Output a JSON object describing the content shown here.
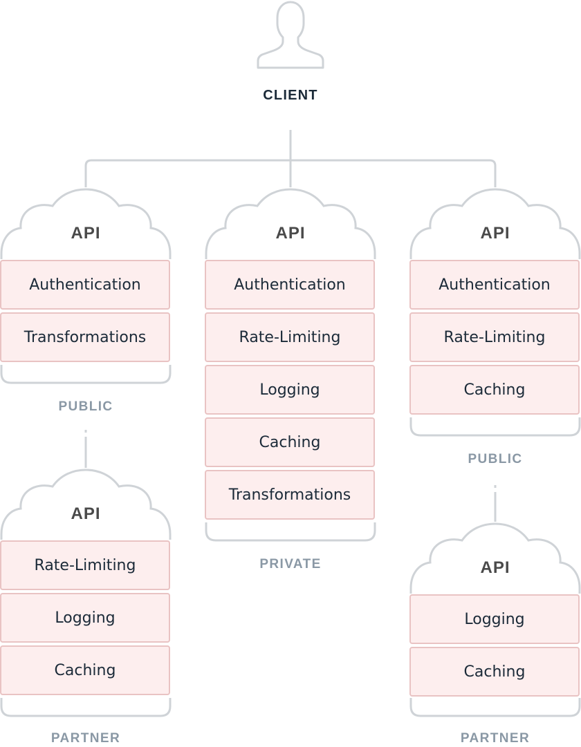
{
  "client": {
    "label": "CLIENT"
  },
  "api_title": "API",
  "apis": [
    {
      "title": "API",
      "blocks": [
        "Authentication",
        "Transformations"
      ],
      "tier": "PUBLIC"
    },
    {
      "title": "API",
      "blocks": [
        "Authentication",
        "Rate-Limiting",
        "Logging",
        "Caching",
        "Transformations"
      ],
      "tier": "PRIVATE"
    },
    {
      "title": "API",
      "blocks": [
        "Authentication",
        "Rate-Limiting",
        "Caching"
      ],
      "tier": "PUBLIC"
    },
    {
      "title": "API",
      "blocks": [
        "Rate-Limiting",
        "Logging",
        "Caching"
      ],
      "tier": "PARTNER"
    },
    {
      "title": "API",
      "blocks": [
        "Logging",
        "Caching"
      ],
      "tier": "PARTNER"
    }
  ],
  "colors": {
    "outline": "#cfd3d7",
    "block_fill": "#fdeeee",
    "block_border": "#e9c3c3",
    "text_dark": "#1b2a38",
    "tier_text": "#8a98a5"
  }
}
